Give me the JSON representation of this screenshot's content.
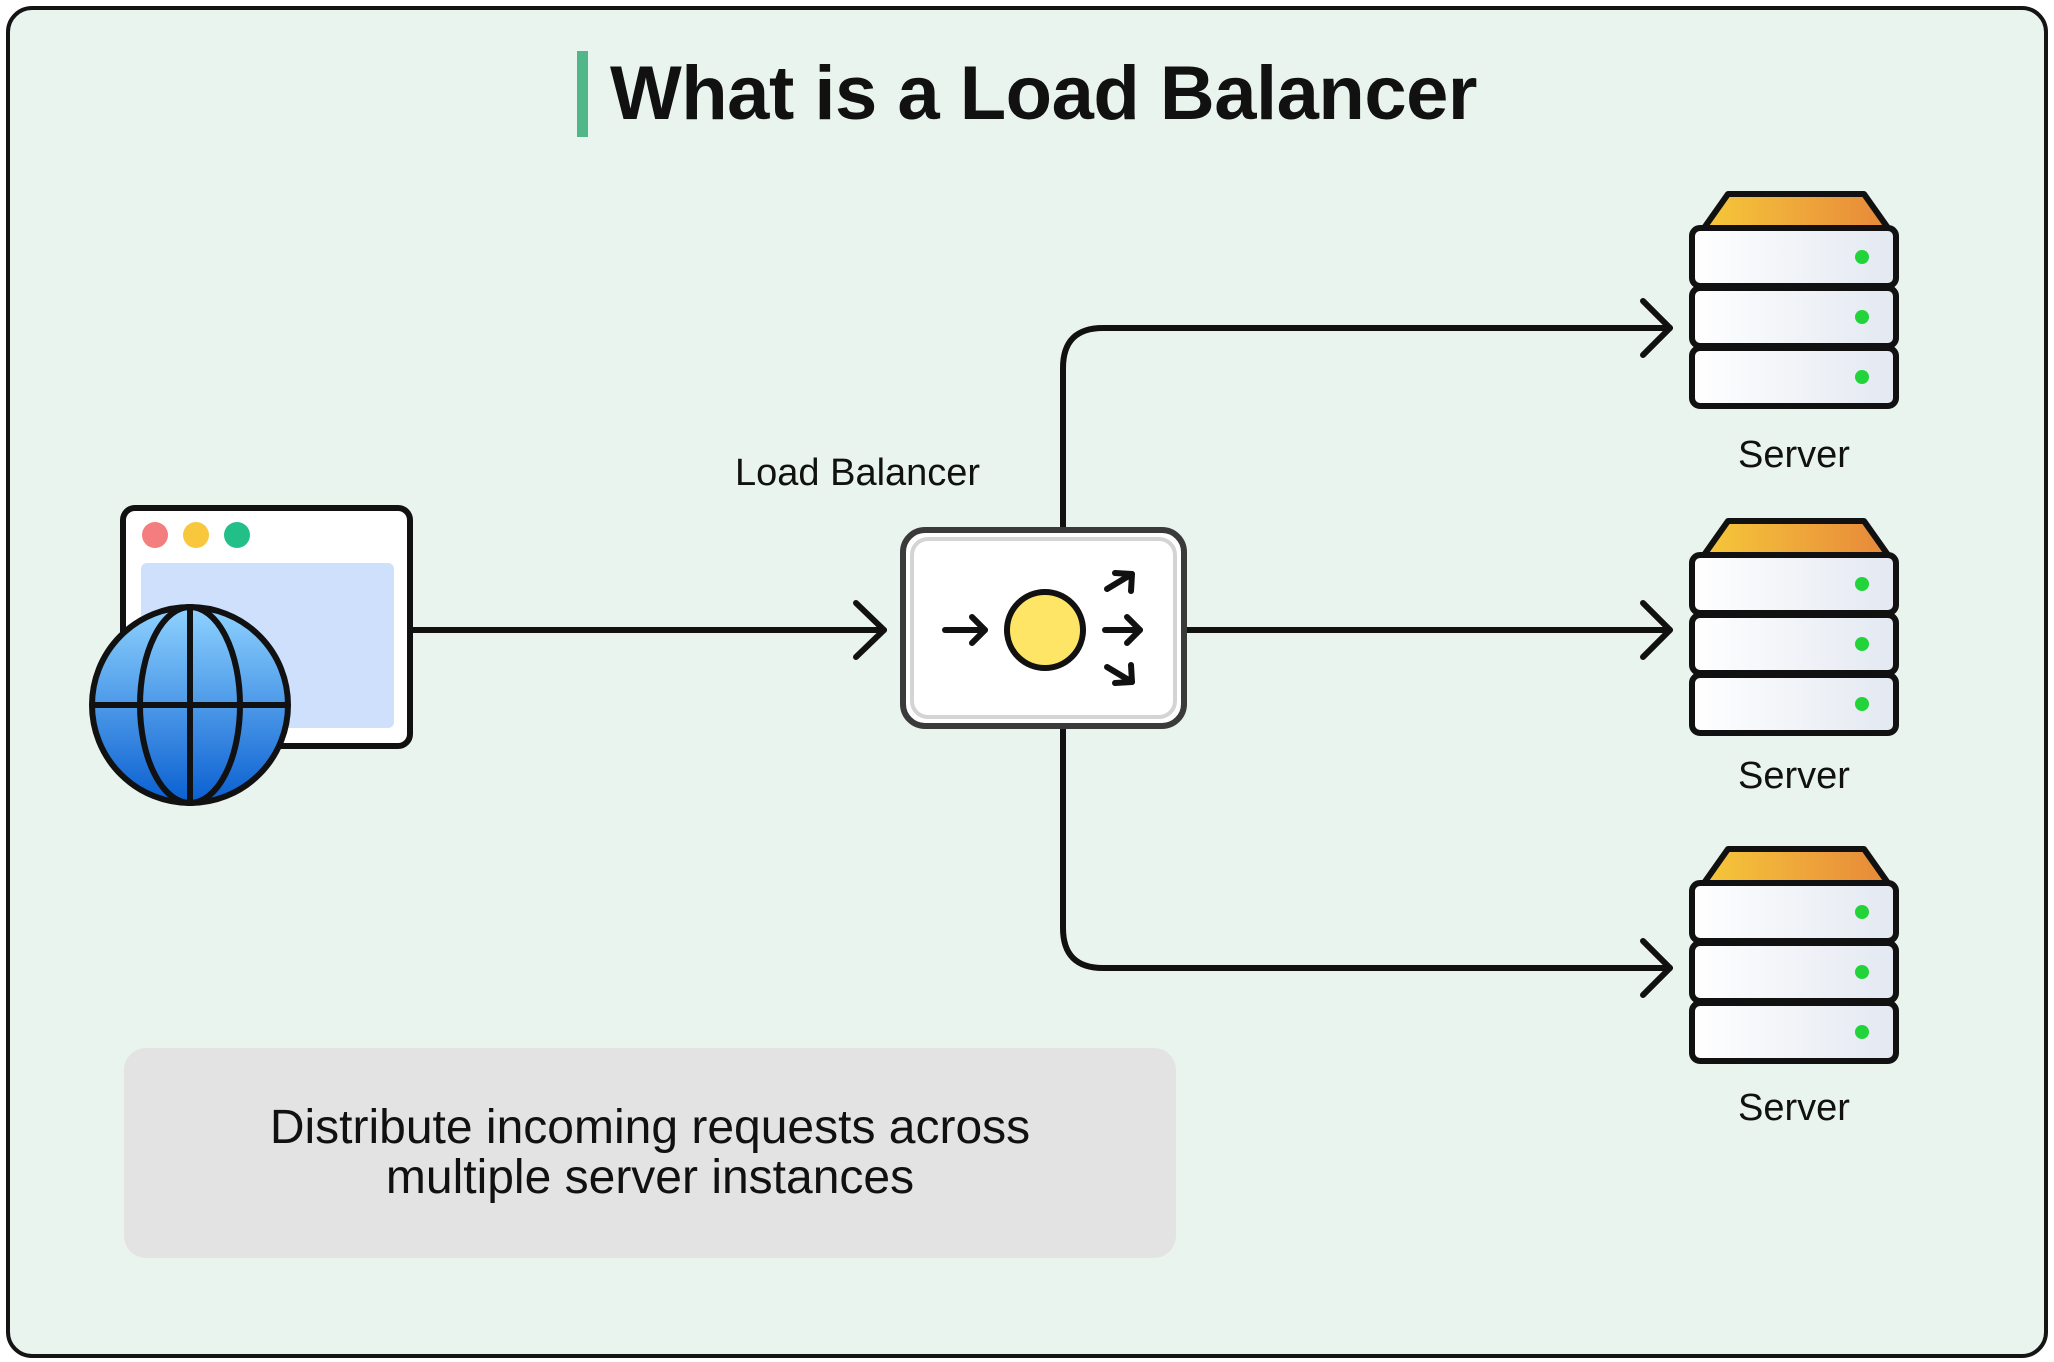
{
  "title": "What is a Load Balancer",
  "load_balancer": {
    "label": "Load Balancer"
  },
  "servers": [
    {
      "label": "Server"
    },
    {
      "label": "Server"
    },
    {
      "label": "Server"
    }
  ],
  "note": {
    "text": "Distribute incoming requests across multiple server instances"
  },
  "icons": {
    "client": "browser-globe-icon",
    "balancer": "load-balancer-icon",
    "server": "server-rack-icon"
  },
  "colors": {
    "background": "#eaf4ef",
    "accent_bar": "#52b788",
    "note_box": "#e3e3e3",
    "server_top": "#f2b53a",
    "server_led": "#22d33a",
    "balancer_core": "#ffe566",
    "globe": "#1f8ae8",
    "browser_panel": "#cfe0fc"
  }
}
